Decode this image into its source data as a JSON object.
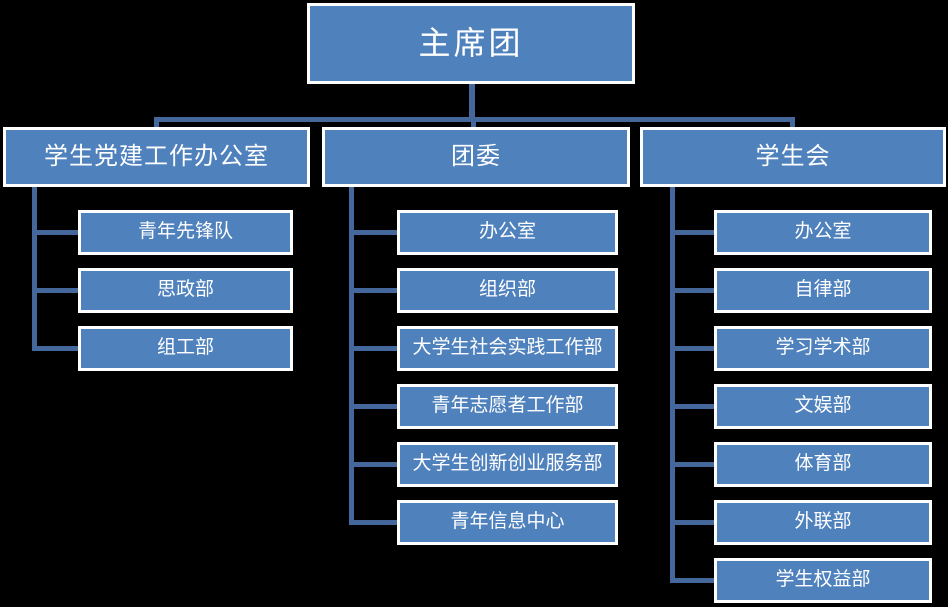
{
  "colors": {
    "background": "#000000",
    "node_fill": "#4F81BD",
    "node_border": "#FFFFFF",
    "node_text": "#FFFFFF",
    "connector": "#44679C"
  },
  "org": {
    "root": {
      "label": "主席团"
    },
    "branches": [
      {
        "label": "学生党建工作办公室",
        "children": [
          "青年先锋队",
          "思政部",
          "组工部"
        ]
      },
      {
        "label": "团委",
        "children": [
          "办公室",
          "组织部",
          "大学生社会实践工作部",
          "青年志愿者工作部",
          "大学生创新创业服务部",
          "青年信息中心"
        ]
      },
      {
        "label": "学生会",
        "children": [
          "办公室",
          "自律部",
          "学习学术部",
          "文娱部",
          "体育部",
          "外联部",
          "学生权益部"
        ]
      }
    ]
  }
}
